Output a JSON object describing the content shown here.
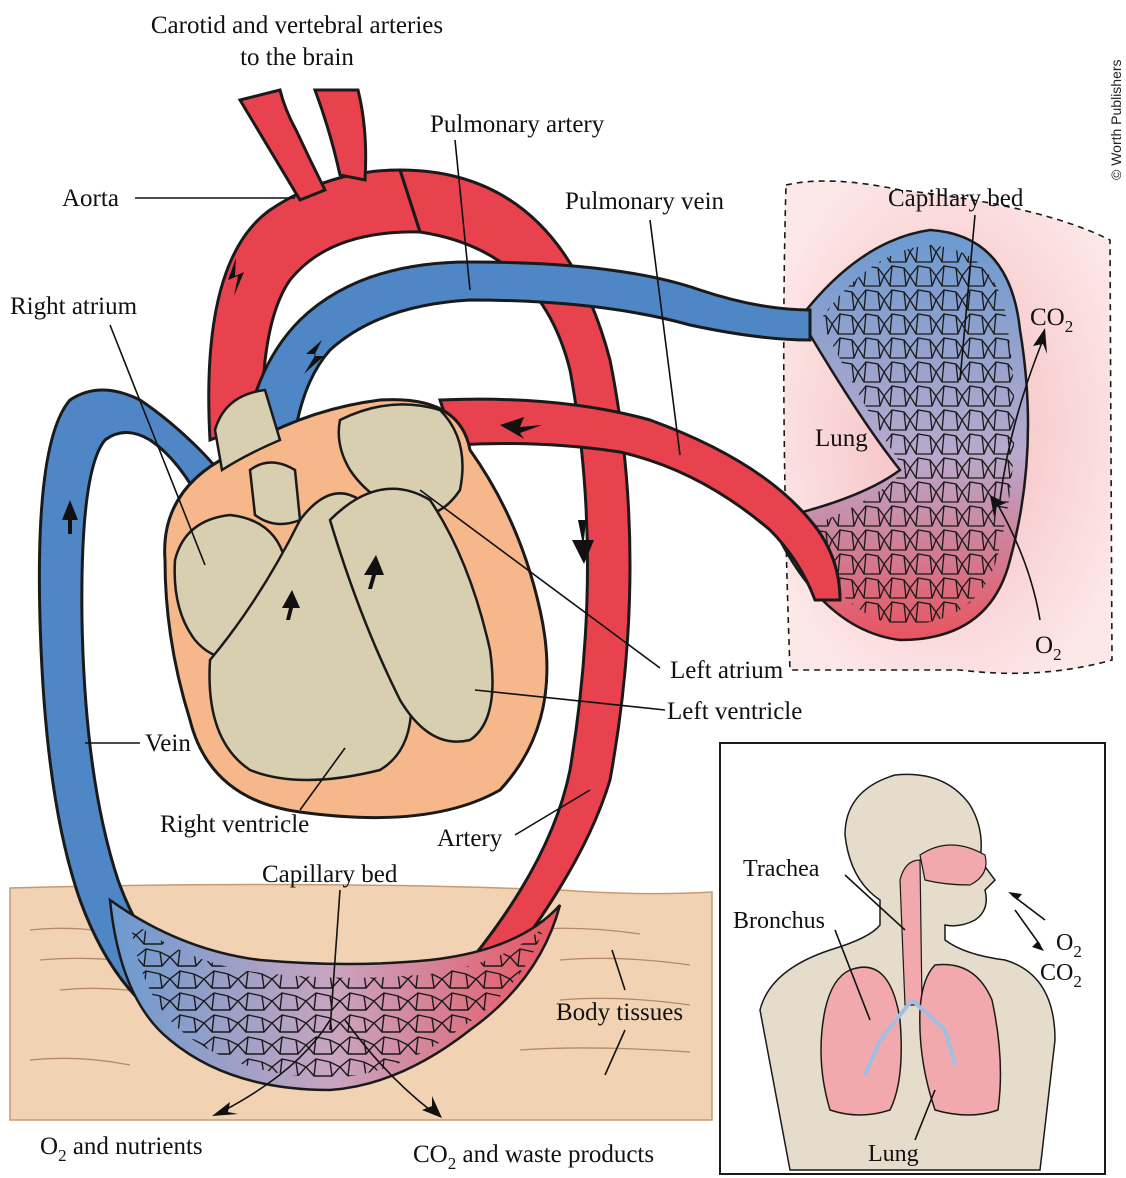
{
  "labels": {
    "carotid_line1": "Carotid and vertebral arteries",
    "carotid_line2": "to the brain",
    "pulmonary_artery": "Pulmonary artery",
    "aorta": "Aorta",
    "pulmonary_vein": "Pulmonary vein",
    "capillary_bed_lung": "Capillary bed",
    "right_atrium": "Right atrium",
    "co2_lung": "CO",
    "co2_lung_sub": "2",
    "lung_main": "Lung",
    "left_atrium": "Left atrium",
    "o2_lung": "O",
    "o2_lung_sub": "2",
    "left_ventricle": "Left ventricle",
    "vein": "Vein",
    "right_ventricle": "Right ventricle",
    "artery": "Artery",
    "capillary_bed_body": "Capillary bed",
    "body_tissues": "Body tissues",
    "o2_nutrients_o": "O",
    "o2_nutrients_sub": "2",
    "o2_nutrients_rest": " and nutrients",
    "co2_waste_co": "CO",
    "co2_waste_sub": "2",
    "co2_waste_rest": " and waste products",
    "credit": "© Worth Publishers"
  },
  "inset": {
    "trachea": "Trachea",
    "bronchus": "Bronchus",
    "o2": "O",
    "o2_sub": "2",
    "co2": "CO",
    "co2_sub": "2",
    "lung": "Lung"
  },
  "colors": {
    "oxygenated": "#e8424f",
    "deoxygenated": "#4f86c6",
    "heart": "#f6b88a",
    "tissue": "#f1d3b3",
    "lung_tissue": "#f7c6c8",
    "inset_skin": "#e6dccb"
  }
}
